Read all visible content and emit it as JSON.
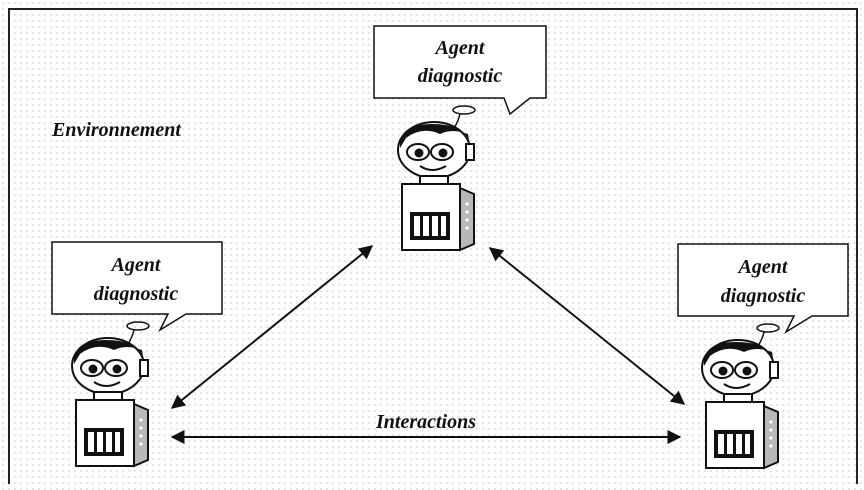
{
  "environment_label": "Environnement",
  "interactions_label": "Interactions",
  "agents": [
    {
      "bubble_line1": "Agent",
      "bubble_line2": "diagnostic"
    },
    {
      "bubble_line1": "Agent",
      "bubble_line2": "diagnostic"
    },
    {
      "bubble_line1": "Agent",
      "bubble_line2": "diagnostic"
    }
  ]
}
